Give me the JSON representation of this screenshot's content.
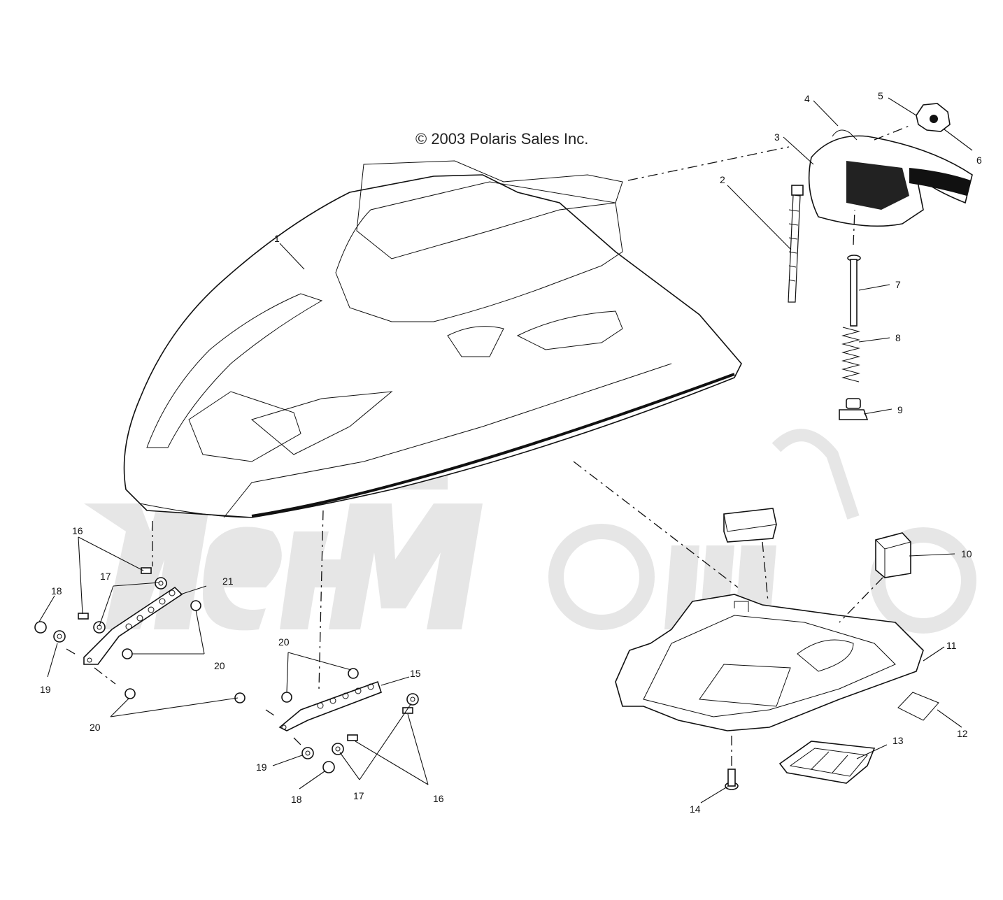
{
  "copyright": "© 2003 Polaris Sales Inc.",
  "watermark": {
    "logo_text": "RetiMoto"
  },
  "callouts": [
    {
      "id": "c1",
      "label": "1"
    },
    {
      "id": "c2",
      "label": "2"
    },
    {
      "id": "c3",
      "label": "3"
    },
    {
      "id": "c4",
      "label": "4"
    },
    {
      "id": "c5",
      "label": "5"
    },
    {
      "id": "c6",
      "label": "6"
    },
    {
      "id": "c7",
      "label": "7"
    },
    {
      "id": "c8",
      "label": "8"
    },
    {
      "id": "c9",
      "label": "9"
    },
    {
      "id": "c10",
      "label": "10"
    },
    {
      "id": "c11",
      "label": "11"
    },
    {
      "id": "c12",
      "label": "12"
    },
    {
      "id": "c13",
      "label": "13"
    },
    {
      "id": "c14",
      "label": "14"
    },
    {
      "id": "c15",
      "label": "15"
    },
    {
      "id": "c16a",
      "label": "16"
    },
    {
      "id": "c16b",
      "label": "16"
    },
    {
      "id": "c17a",
      "label": "17"
    },
    {
      "id": "c17b",
      "label": "17"
    },
    {
      "id": "c18a",
      "label": "18"
    },
    {
      "id": "c18b",
      "label": "18"
    },
    {
      "id": "c19a",
      "label": "19"
    },
    {
      "id": "c19b",
      "label": "19"
    },
    {
      "id": "c20a",
      "label": "20"
    },
    {
      "id": "c20b",
      "label": "20"
    },
    {
      "id": "c20c",
      "label": "20"
    },
    {
      "id": "c21",
      "label": "21"
    }
  ]
}
